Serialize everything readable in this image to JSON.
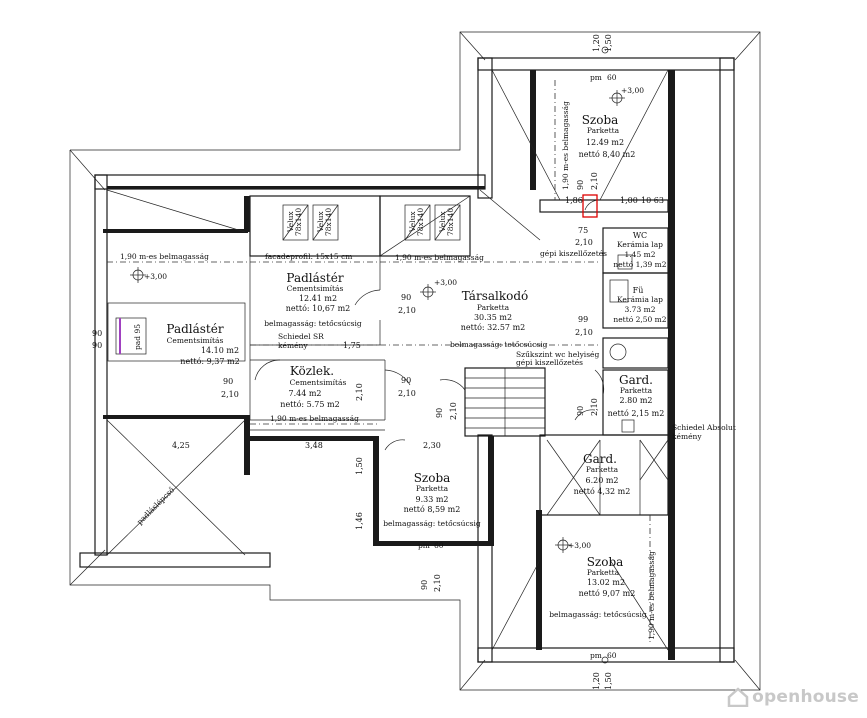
{
  "rooms": {
    "padlaster_left": {
      "name": "Padlástér",
      "sub": "Cementsimítás",
      "area": "14.10 m2",
      "net": "nettó: 9,37 m2"
    },
    "padlaster_mid": {
      "name": "Padlástér",
      "sub": "Cementsimítás",
      "area": "12.41 m2",
      "net": "nettó: 10,67 m2",
      "height": "belmagasság: tetőcsúcsig"
    },
    "tarsalkodo": {
      "name": "Társalkodó",
      "sub": "Parketta",
      "area": "30.35 m2",
      "net": "nettó: 32.57 m2",
      "height": "belmagasság: tetőcsúcsig"
    },
    "szoba_top": {
      "name": "Szoba",
      "sub": "Parketta",
      "area": "12.49 m2",
      "net": "nettó 8,40 m2"
    },
    "wc": {
      "name": "WC",
      "sub": "Kerámia lap",
      "area": "1.45 m2",
      "net": "nettó 1,39 m2"
    },
    "fz": {
      "name": "Fü",
      "sub": "Kerámia lap",
      "area": "3.73 m2",
      "net": "nettó 2,50 m2"
    },
    "kozlek": {
      "name": "Közlek.",
      "sub": "Cementsimítás",
      "area": "7.44 m2",
      "net": "nettó: 5.75 m2"
    },
    "szoba_mid": {
      "name": "Szoba",
      "sub": "Parketta",
      "area": "9.33 m2",
      "net": "nettó 8,59 m2",
      "height": "belmagasság: tetőcsúcsig"
    },
    "gard1": {
      "name": "Gard.",
      "sub": "Parketta",
      "area": "2.80 m2",
      "net": "nettó 2,15 m2"
    },
    "gard2": {
      "name": "Gard.",
      "sub": "Parketta",
      "area": "6.20 m2",
      "net": "nettó 4,32 m2"
    },
    "szoba_bot": {
      "name": "Szoba",
      "sub": "Parketta",
      "area": "13.02 m2",
      "net": "nettó 9,07 m2",
      "height": "belmagasság: tetőcsúcsig"
    }
  },
  "labels": {
    "height_190": "1,90 m-es belmagasság",
    "height_190_b": "1,90 m-es belmagasság",
    "height_190_c": "1,90 m-es belmagasság",
    "height_190_vtop": "1,90 m-es belmagasság",
    "height_190_vbot": "1,90 m-es belmagasság",
    "height_190_mid": "1,90 m-es belmagasság",
    "tarsalkodo_height": "belmagasság: tetőcsúcsig",
    "facade": "facadeprofil: 15x15 cm",
    "gepi": "gépi kiszellőzetés",
    "gepi2": "gépi kiszellőzetés",
    "schiedel_sr": "Schiedel SR",
    "kemeny": "kémény",
    "schiedel_abs": "Schiedel Absolut",
    "kemeny2": "kémény",
    "szelloz": "Szűkszint wc helyiség",
    "padlaslepcso": "padláslépcső",
    "pad": "pad 95",
    "velux": "Velux",
    "velux_size": "78x140",
    "plus300": "+3,00"
  },
  "dims": {
    "d120_top": "1,20",
    "d150_top": "1,50",
    "d120_bot": "1,20",
    "d150_bot": "1,50",
    "pm60": "pm",
    "d60": "60",
    "d90": "90",
    "d210": "2,10",
    "d175": "1,75",
    "d348": "3,48",
    "d425": "4,25",
    "d230": "2,30",
    "d186": "1,86",
    "d100": "1,00",
    "d1063": "10 63",
    "d75": "75",
    "d99": "99",
    "d150v": "1,50",
    "d146": "1,46",
    "d90v": "90"
  },
  "brand": {
    "name": "openhouse",
    "color": "#c8c8c8"
  }
}
